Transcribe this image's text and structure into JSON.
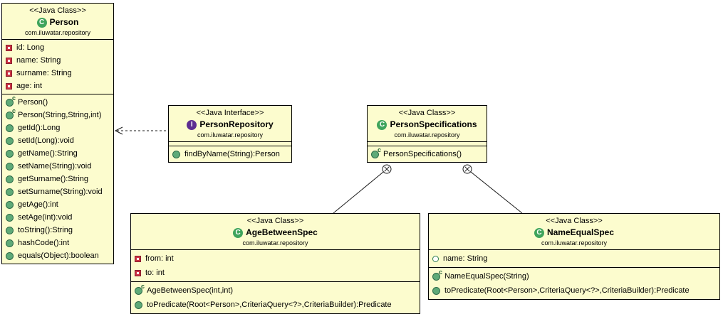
{
  "colors": {
    "box_fill": "#FCFCCE",
    "box_border": "#000000",
    "class_icon": "#3FA45C",
    "interface_icon": "#5C2D91",
    "method_fill": "#5FAA78",
    "method_border": "#2F6C49",
    "constructor_c": "#1E5C2E",
    "private_field": "#CC3344",
    "private_field_border": "#8A1F2D",
    "public_field_border": "#2F7D4F",
    "line_color": "#1A1A1A"
  },
  "diagram": {
    "classes": [
      {
        "id": "person",
        "stereotype": "<<Java Class>>",
        "kind": "class",
        "icon_letter": "C",
        "name": "Person",
        "package": "com.iluwatar.repository",
        "fields": [
          {
            "icon": "private-field-icon",
            "label": "id: Long"
          },
          {
            "icon": "private-field-icon",
            "label": "name: String"
          },
          {
            "icon": "private-field-icon",
            "label": "surname: String"
          },
          {
            "icon": "private-field-icon",
            "label": "age: int"
          }
        ],
        "methods": [
          {
            "icon": "constructor-icon",
            "label": "Person()"
          },
          {
            "icon": "constructor-icon",
            "label": "Person(String,String,int)"
          },
          {
            "icon": "method-icon",
            "label": "getId():Long"
          },
          {
            "icon": "method-icon",
            "label": "setId(Long):void"
          },
          {
            "icon": "method-icon",
            "label": "getName():String"
          },
          {
            "icon": "method-icon",
            "label": "setName(String):void"
          },
          {
            "icon": "method-icon",
            "label": "getSurname():String"
          },
          {
            "icon": "method-icon",
            "label": "setSurname(String):void"
          },
          {
            "icon": "method-icon",
            "label": "getAge():int"
          },
          {
            "icon": "method-icon",
            "label": "setAge(int):void"
          },
          {
            "icon": "method-icon",
            "label": "toString():String"
          },
          {
            "icon": "method-icon",
            "label": "hashCode():int"
          },
          {
            "icon": "method-icon",
            "label": "equals(Object):boolean"
          }
        ]
      },
      {
        "id": "person-repository",
        "stereotype": "<<Java Interface>>",
        "kind": "interface",
        "icon_letter": "I",
        "name": "PersonRepository",
        "package": "com.iluwatar.repository",
        "fields": [],
        "methods": [
          {
            "icon": "method-icon",
            "label": "findByName(String):Person"
          }
        ]
      },
      {
        "id": "person-specifications",
        "stereotype": "<<Java Class>>",
        "kind": "class",
        "icon_letter": "C",
        "name": "PersonSpecifications",
        "package": "com.iluwatar.repository",
        "fields": [],
        "methods": [
          {
            "icon": "constructor-icon",
            "label": "PersonSpecifications()"
          }
        ]
      },
      {
        "id": "age-between-spec",
        "stereotype": "<<Java Class>>",
        "kind": "class",
        "icon_letter": "C",
        "name": "AgeBetweenSpec",
        "package": "com.iluwatar.repository",
        "fields": [
          {
            "icon": "private-field-icon",
            "label": "from: int"
          },
          {
            "icon": "private-field-icon",
            "label": "to: int"
          }
        ],
        "methods": [
          {
            "icon": "constructor-icon",
            "label": "AgeBetweenSpec(int,int)"
          },
          {
            "icon": "method-icon",
            "label": "toPredicate(Root<Person>,CriteriaQuery<?>,CriteriaBuilder):Predicate"
          }
        ]
      },
      {
        "id": "name-equal-spec",
        "stereotype": "<<Java Class>>",
        "kind": "class",
        "icon_letter": "C",
        "name": "NameEqualSpec",
        "package": "com.iluwatar.repository",
        "fields": [
          {
            "icon": "public-field-icon",
            "label": "name: String"
          }
        ],
        "methods": [
          {
            "icon": "constructor-icon",
            "label": "NameEqualSpec(String)"
          },
          {
            "icon": "method-icon",
            "label": "toPredicate(Root<Person>,CriteriaQuery<?>,CriteriaBuilder):Predicate"
          }
        ]
      }
    ],
    "connectors": [
      {
        "type": "dependency",
        "style": "dashed-open-arrow",
        "from": "PersonRepository",
        "to": "Person"
      },
      {
        "type": "nested-class-connector",
        "style": "solid-circled-x",
        "from": "PersonSpecifications",
        "to": "AgeBetweenSpec"
      },
      {
        "type": "nested-class-connector",
        "style": "solid-circled-x",
        "from": "PersonSpecifications",
        "to": "NameEqualSpec"
      }
    ]
  }
}
